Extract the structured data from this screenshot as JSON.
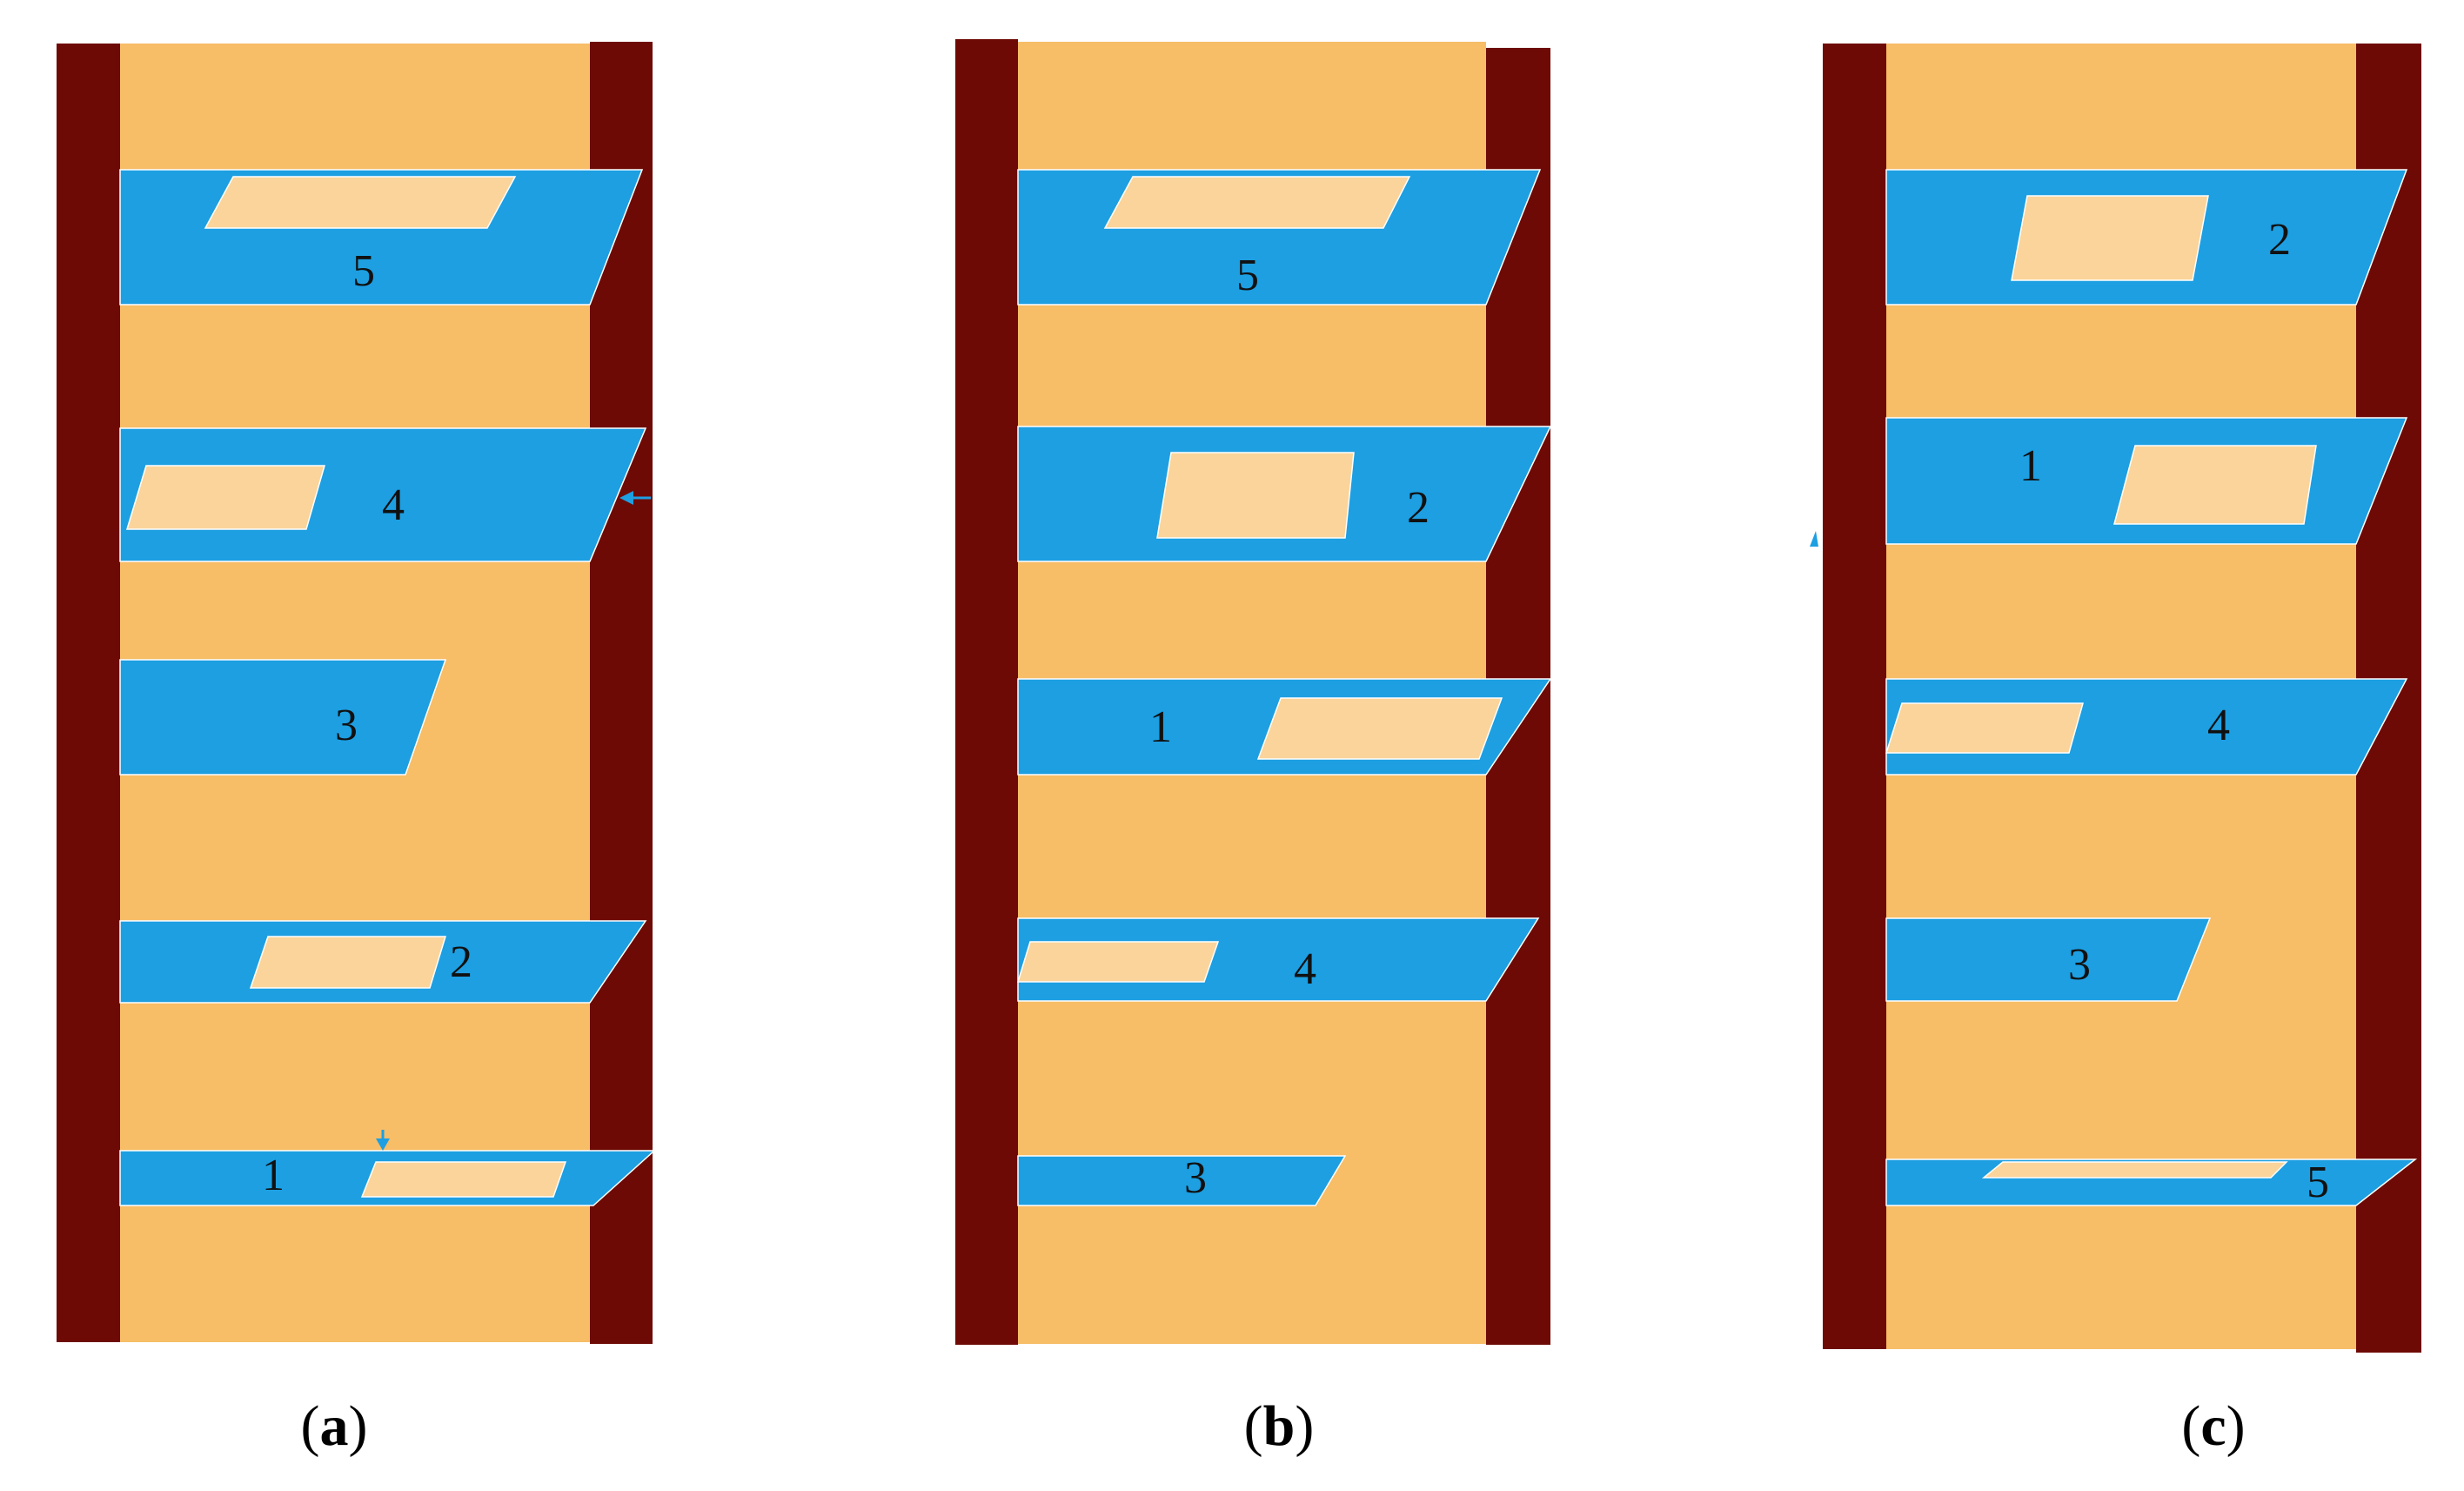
{
  "colors": {
    "column": "#6e0a05",
    "wall": "#f7bd67",
    "layer": "#1d9fe2",
    "opening": "#fad49a",
    "label": "#111111"
  },
  "icons": [
    "arrow-marker-icon"
  ],
  "panels": [
    {
      "id": "a",
      "caption": {
        "open": "(",
        "letter": "a",
        "close": ")"
      },
      "layers": [
        {
          "label": "5",
          "has_opening": true
        },
        {
          "label": "4",
          "has_opening": true
        },
        {
          "label": "3",
          "has_opening": false
        },
        {
          "label": "2",
          "has_opening": true
        },
        {
          "label": "1",
          "has_opening": true
        }
      ]
    },
    {
      "id": "b",
      "caption": {
        "open": "(",
        "letter": "b",
        "close": ")"
      },
      "layers": [
        {
          "label": "5",
          "has_opening": true
        },
        {
          "label": "2",
          "has_opening": true
        },
        {
          "label": "1",
          "has_opening": true
        },
        {
          "label": "4",
          "has_opening": true
        },
        {
          "label": "3",
          "has_opening": false
        }
      ]
    },
    {
      "id": "c",
      "caption": {
        "open": "(",
        "letter": "c",
        "close": ")"
      },
      "layers": [
        {
          "label": "2",
          "has_opening": true
        },
        {
          "label": "1",
          "has_opening": true
        },
        {
          "label": "4",
          "has_opening": true
        },
        {
          "label": "3",
          "has_opening": false
        },
        {
          "label": "5",
          "has_opening": true
        }
      ]
    }
  ]
}
